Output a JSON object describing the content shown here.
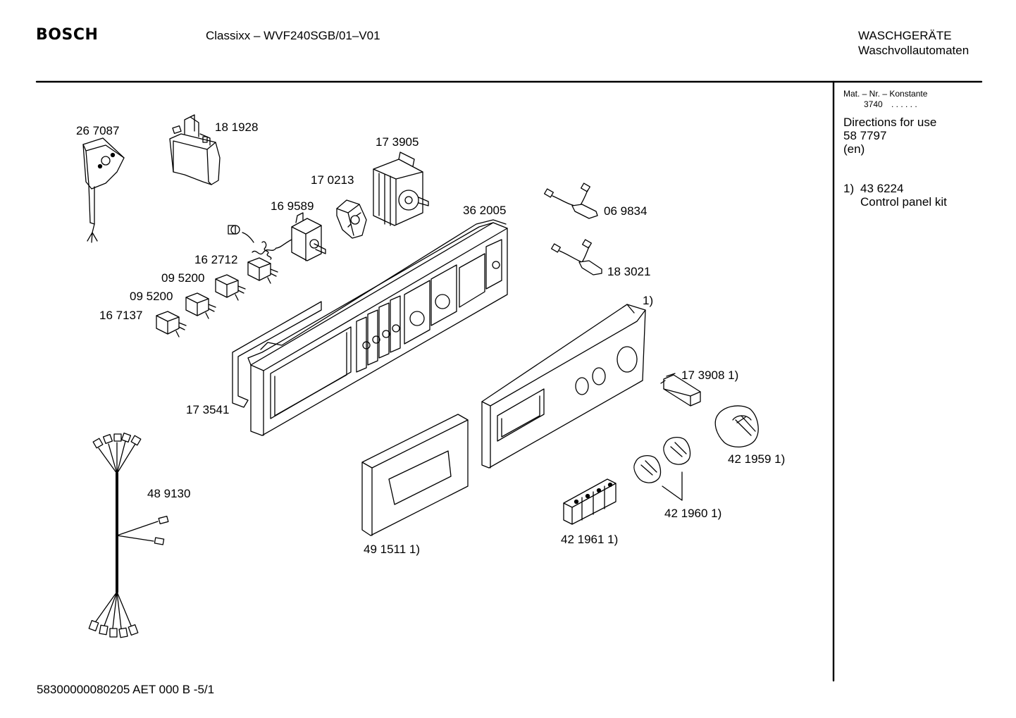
{
  "header": {
    "brand": "BOSCH",
    "model": "Classixx – WVF240SGB/01–V01",
    "category_line1": "WASCHGERÄTE",
    "category_line2": "Waschvollautomaten"
  },
  "sidebar": {
    "mat_label": "Mat. – Nr. – Konstante",
    "mat_value": "3740",
    "mat_dots": ". .   . . . .",
    "directions_title": "Directions for use",
    "directions_number": "58 7797",
    "directions_lang": "(en)",
    "kit_ref": "1)",
    "kit_number": "43 6224",
    "kit_name": "Control panel kit"
  },
  "parts": [
    "26 7087",
    "18 1928",
    "17 3905",
    "17 0213",
    "16 9589",
    "36 2005",
    "06 9834",
    "16 2712",
    "09 5200",
    "09 5200",
    "16 7137",
    "18 3021",
    "1)",
    "17 3908 1)",
    "17 3541",
    "42 1959 1)",
    "48 9130",
    "42 1960 1)",
    "42 1961 1)",
    "49 1511 1)"
  ],
  "footer": {
    "code": "58300000080205 AET 000 B -5/1"
  }
}
